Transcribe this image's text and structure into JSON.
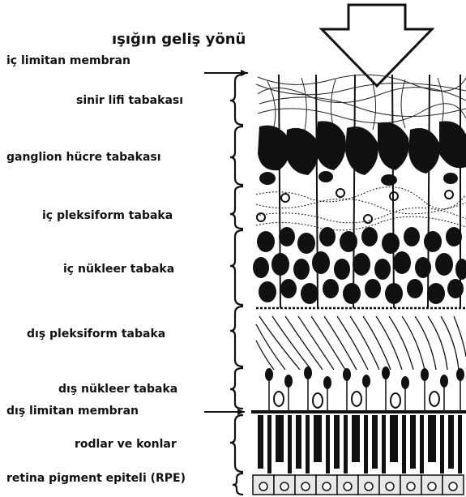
{
  "title": "ışığın geliş yönü",
  "labels": {
    "ic_limitan": "iç limitan membran",
    "sinir_lifi": "sinir lifi  tabakası",
    "ganglion": "ganglion hücre tabakası",
    "ic_pleksiform": "iç pleksiform tabaka",
    "ic_nukleer": "iç nükleer tabaka",
    "dis_pleksiform": "dış pleksiform tabaka",
    "dis_nukleer": "dış nükleer tabaka",
    "dis_limitan": "dış limitan membran",
    "rodlar": "rodlar ve konlar",
    "rpe": "retina pigment epiteli (RPE)"
  },
  "colors": {
    "ink": "#111111",
    "background": "#ffffff"
  }
}
